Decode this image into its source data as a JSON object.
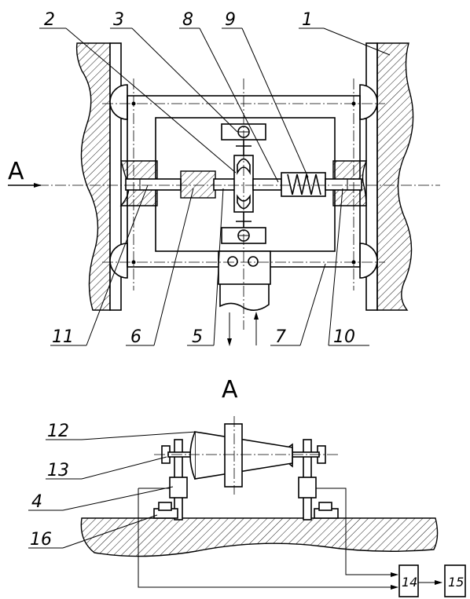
{
  "labels": {
    "l1": "1",
    "l2": "2",
    "l3": "3",
    "l8": "8",
    "l9": "9",
    "l11": "11",
    "l6": "6",
    "l5": "5",
    "l7": "7",
    "l10": "10",
    "l12": "12",
    "l13": "13",
    "l4": "4",
    "l16": "16",
    "l14": "14",
    "l15": "15"
  },
  "view_marker": "A",
  "section_title": "A"
}
